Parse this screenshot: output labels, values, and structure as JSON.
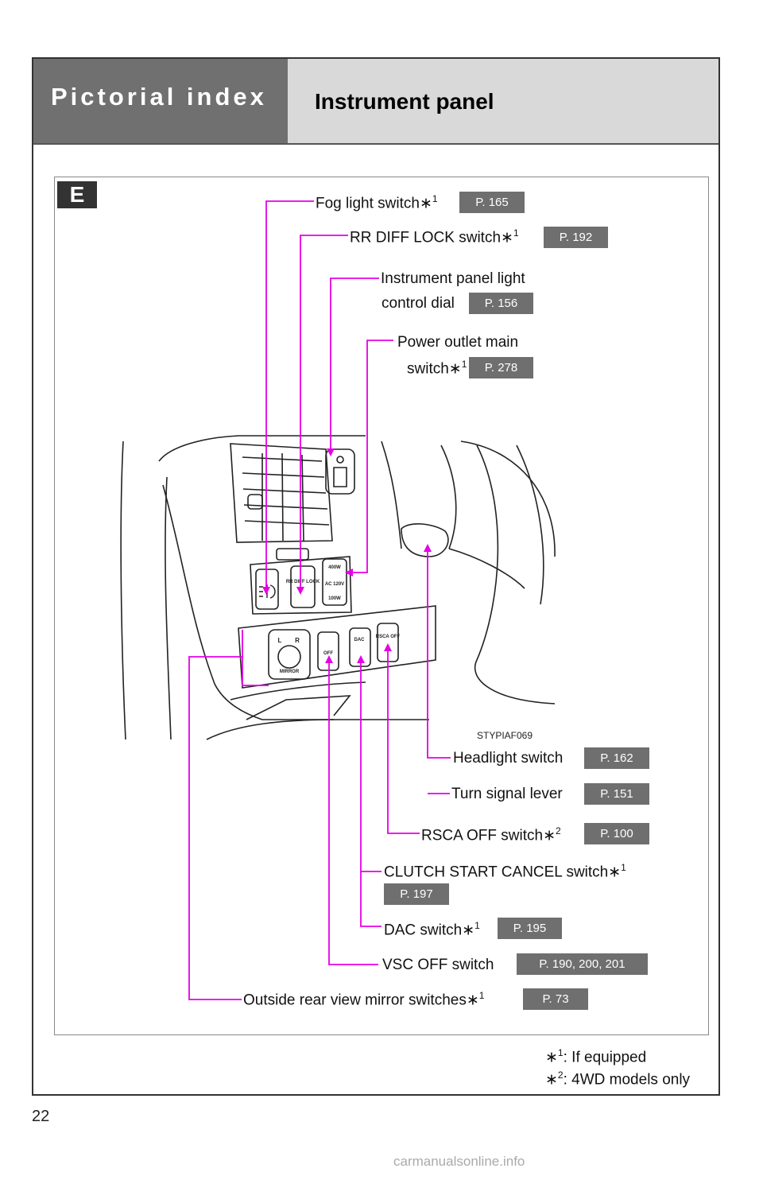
{
  "header": {
    "section_title": "Pictorial index",
    "page_title": "Instrument panel"
  },
  "section_badge": "E",
  "figure_code": "STYPIAF069",
  "callouts": [
    {
      "label": "Fog light switch",
      "note": "1",
      "page": "P. 165"
    },
    {
      "label": "RR DIFF LOCK switch",
      "note": "1",
      "page": "P. 192"
    },
    {
      "label": "Instrument panel light",
      "label2": "control dial",
      "page": "P. 156"
    },
    {
      "label": "Power outlet main",
      "label2": "switch",
      "note": "1",
      "page": "P. 278"
    },
    {
      "label": "Headlight switch",
      "page": "P. 162"
    },
    {
      "label": "Turn signal lever",
      "page": "P. 151"
    },
    {
      "label": "RSCA OFF switch",
      "note": "2",
      "page": "P. 100"
    },
    {
      "label": "CLUTCH START CANCEL switch",
      "note": "1",
      "page": "P. 197"
    },
    {
      "label": "DAC switch",
      "note": "1",
      "page": "P. 195"
    },
    {
      "label": "VSC OFF switch",
      "page": "P. 190, 200, 201"
    },
    {
      "label": "Outside rear view mirror switches",
      "note": "1",
      "page": "P. 73"
    }
  ],
  "illustration_labels": {
    "rr_diff": "RR DIFF LOCK",
    "ac_top": "400W",
    "ac_mid": "AC 120V",
    "ac_bot": "100W",
    "dac": "DAC",
    "rsca": "RSCA OFF",
    "mirror": "MIRROR",
    "vsc": "OFF",
    "lr_left": "L",
    "lr_right": "R"
  },
  "footnotes": [
    {
      "mark": "1",
      "text": ": If equipped"
    },
    {
      "mark": "2",
      "text": ": 4WD models only"
    }
  ],
  "footnote_symbol": "∗",
  "page_number": "22",
  "watermark": "carmanualsonline.info",
  "colors": {
    "leader": "#e600e6",
    "header_dark": "#707070",
    "header_light": "#d9d9d9",
    "ref_box": "#6f6f6f"
  }
}
